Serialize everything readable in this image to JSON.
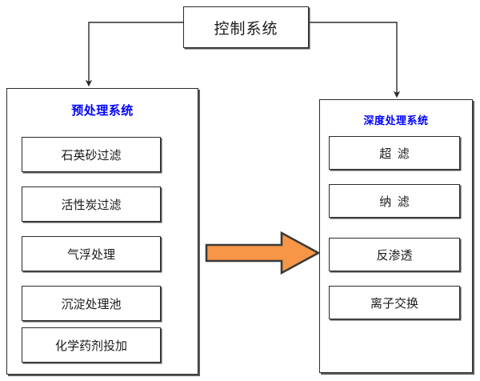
{
  "diagram": {
    "title_box": {
      "label": "控制系统"
    },
    "panels": [
      {
        "id": "pretreatment",
        "title": "预处理系统",
        "title_color": "#0000FF",
        "items": [
          {
            "label": "石英砂过滤"
          },
          {
            "label": "活性炭过滤"
          },
          {
            "label": "气浮处理"
          },
          {
            "label": "沉淀处理池"
          },
          {
            "label": "化学药剂投加"
          }
        ]
      },
      {
        "id": "advanced",
        "title": "深度处理系统",
        "title_color": "#0000FF",
        "items": [
          {
            "label": "超  滤"
          },
          {
            "label": "纳  滤"
          },
          {
            "label": "反渗透"
          },
          {
            "label": "离子交换"
          }
        ]
      }
    ],
    "flow_arrow": {
      "name": "process-flow-arrow",
      "direction": "right",
      "fill_color": "#F79646",
      "stroke_color": "#3A3A3A"
    },
    "connectors": {
      "line_color": "#2B2B2B",
      "left_branch": "control-to-pretreatment",
      "right_branch": "control-to-advanced"
    }
  }
}
